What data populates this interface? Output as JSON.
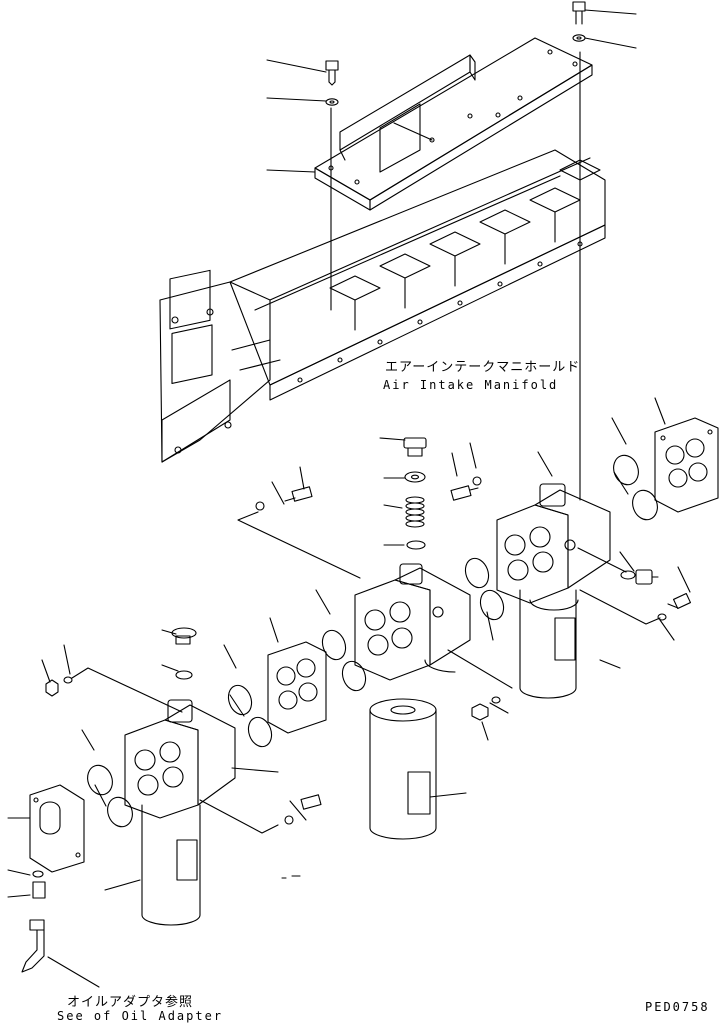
{
  "drawing_code": "PED0758",
  "callouts": {
    "manifold_jp": "エアーインテークマニホールド",
    "manifold_en": "Air Intake Manifold",
    "oil_adapter_jp": "オイルアダプタ参照",
    "oil_adapter_en": "See of Oil Adapter"
  },
  "parts": [
    "bolt-top-left",
    "washer-top-left",
    "bracket",
    "bolt-top-right",
    "washer-top-right",
    "air-intake-manifold",
    "plug",
    "spring",
    "filter-head-center",
    "filter-head-right",
    "filter-head-left",
    "gasket",
    "cover-plate",
    "filter-cartridge",
    "oil-adapter-fitting"
  ]
}
